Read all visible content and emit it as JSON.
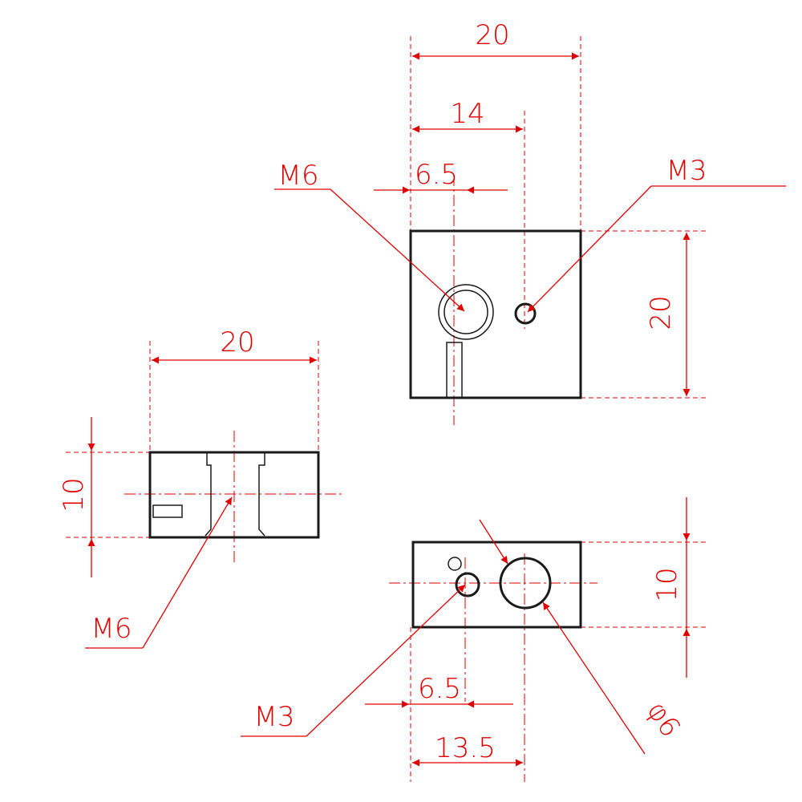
{
  "colors": {
    "dimension": "#e00000",
    "part_outline": "#1a1a1a",
    "background": "#ffffff"
  },
  "top_view": {
    "dim_width": "20",
    "dim_m3_offset": "14",
    "dim_m6_offset": "6.5",
    "dim_height": "20",
    "label_m6": "M6",
    "label_m3": "M3"
  },
  "side_view": {
    "dim_width": "20",
    "dim_height": "10",
    "label_m6": "M6"
  },
  "front_view": {
    "dim_height": "10",
    "dim_m3_offset": "6.5",
    "dim_hole_offset": "13.5",
    "label_m3": "M3",
    "label_diameter": "φ6"
  }
}
